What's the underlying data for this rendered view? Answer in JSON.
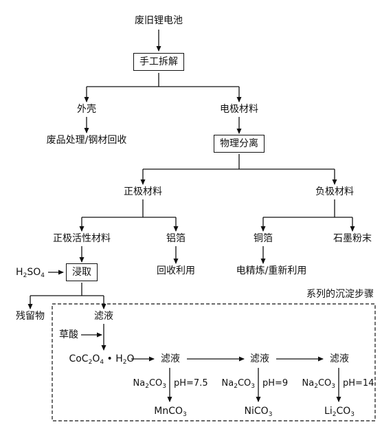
{
  "nodes": {
    "start": "废旧锂电池",
    "manual_dismantle": "手工拆解",
    "shell": "外壳",
    "electrode_material": "电极材料",
    "waste_treatment": "废品处理/钢材回收",
    "physical_separation": "物理分离",
    "cathode_material": "正极材料",
    "anode_material": "负极材料",
    "cathode_active": "正极活性材料",
    "aluminum_foil": "铝箔",
    "copper_foil": "铜箔",
    "graphite_powder": "石墨粉末",
    "leach": "浸取",
    "recycle": "回收利用",
    "electro_refine": "电精炼/重新利用",
    "residue": "残留物",
    "filtrate_1": "滤液",
    "oxalic_acid": "草酸",
    "filtrate_2": "滤液",
    "filtrate_3": "滤液",
    "filtrate_4": "滤液",
    "precip_region": "系列的沉淀步骤"
  },
  "reagents": {
    "h2so4": {
      "base": "H",
      "sub1": "2",
      "mid": "SO",
      "sub2": "4"
    },
    "coc2o4": {
      "p1": "CoC",
      "s1": "2",
      "p2": "O",
      "s2": "4",
      "p3": " • H",
      "s3": "2",
      "p4": "O"
    },
    "na2co3": {
      "p1": "Na",
      "s1": "2",
      "p2": "CO",
      "s2": "3"
    },
    "mnco3": {
      "p1": "MnCO",
      "s1": "3"
    },
    "nico3": {
      "p1": "NiCO",
      "s1": "3"
    },
    "li2co3": {
      "p1": "Li",
      "s1": "2",
      "p2": "CO",
      "s2": "3"
    }
  },
  "conditions": {
    "ph_mn": "pH=7.5",
    "ph_ni": "pH=9",
    "ph_li": "pH=14"
  }
}
